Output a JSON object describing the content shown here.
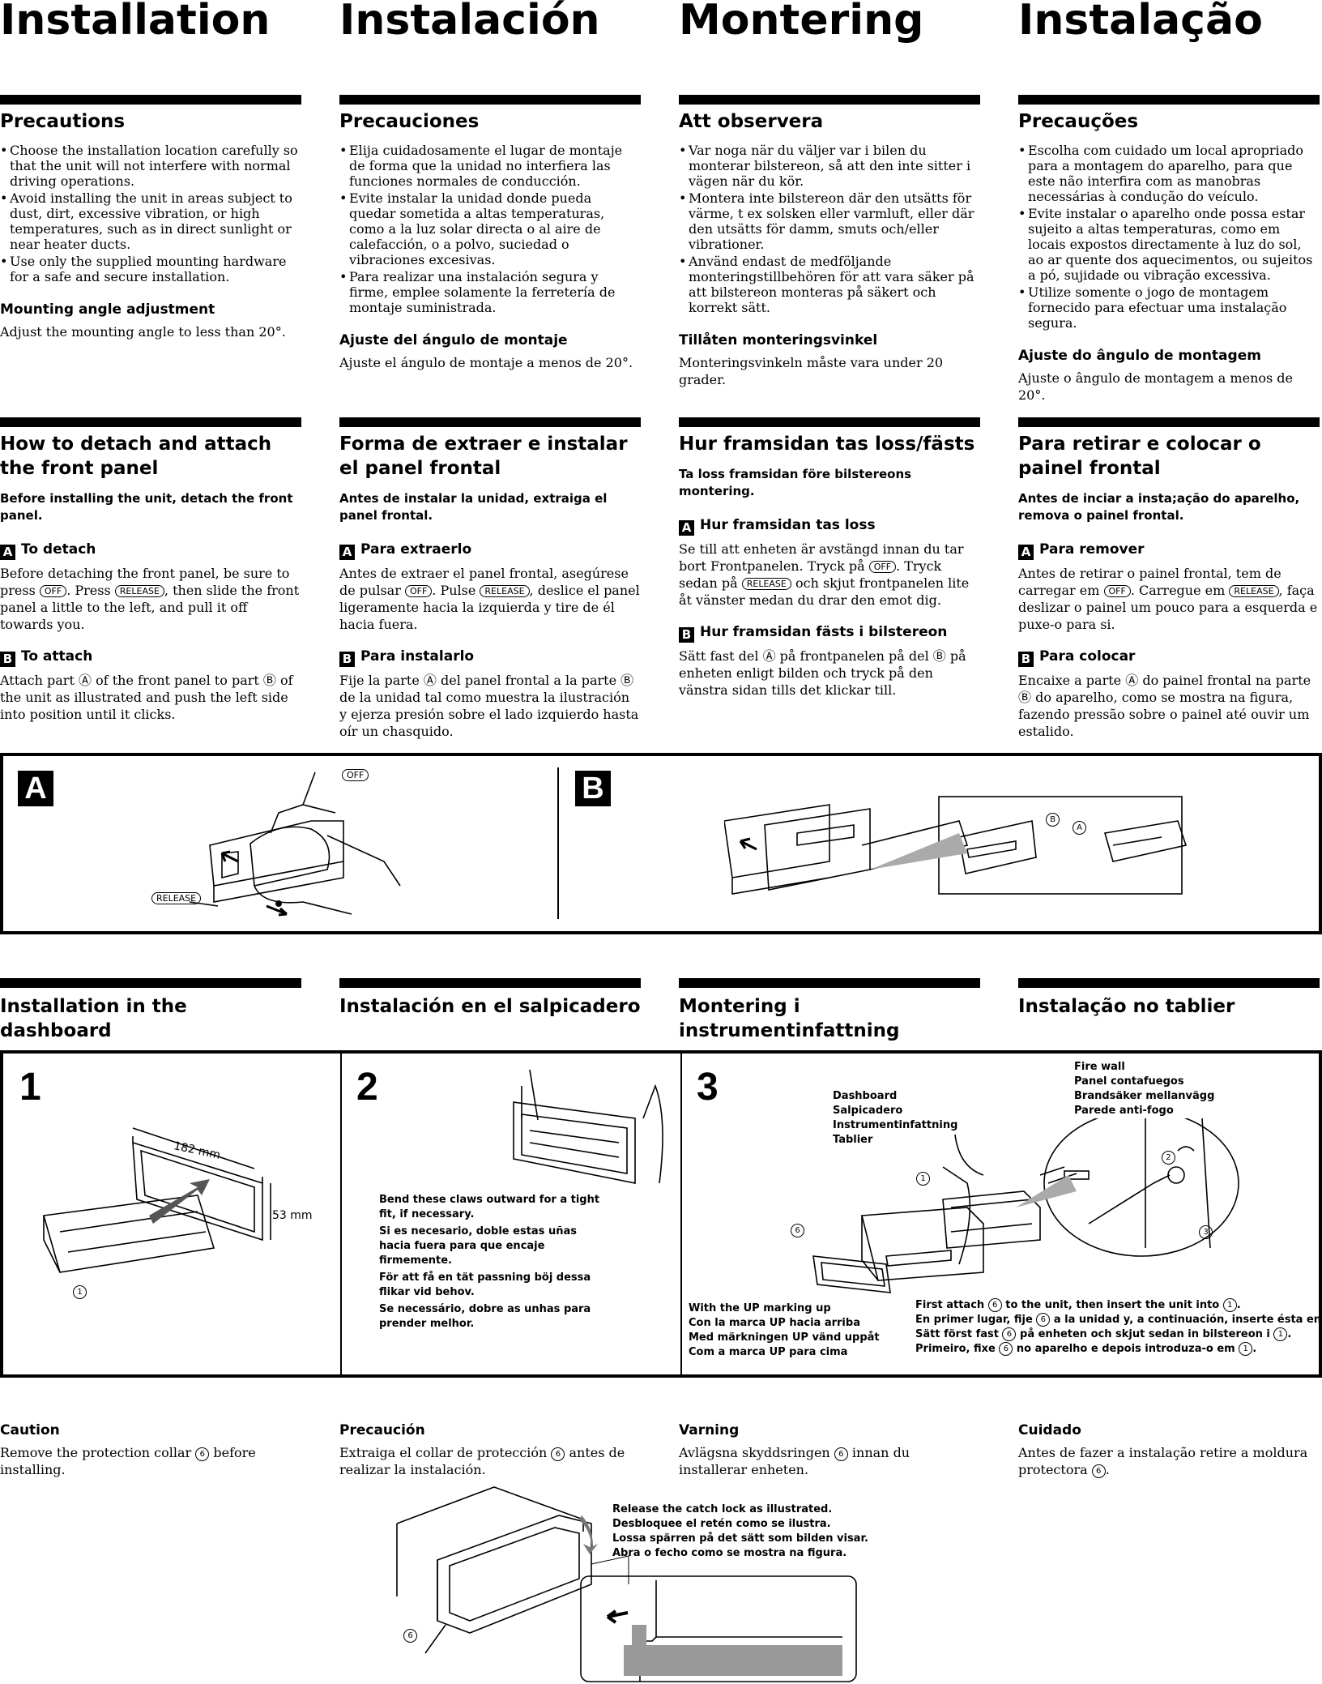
{
  "titles": [
    "Installation",
    "Instalación",
    "Montering",
    "Instalação"
  ],
  "precautions": [
    {
      "heading": "Precautions",
      "bullets": [
        "Choose the installation location carefully so that the unit will not interfere with normal driving operations.",
        "Avoid installing the unit in areas subject to dust, dirt, excessive vibration, or high temperatures, such as in direct sunlight or near heater ducts.",
        "Use only the supplied mounting hardware for a safe and secure installation."
      ],
      "angle_heading": "Mounting angle adjustment",
      "angle_text": "Adjust the mounting angle to less than 20°."
    },
    {
      "heading": "Precauciones",
      "bullets": [
        "Elija cuidadosamente el lugar de montaje de forma que la unidad no interfiera las funciones normales de conducción.",
        "Evite instalar la unidad donde pueda quedar sometida a altas temperaturas, como a la luz solar directa o al aire de calefacción, o a polvo, suciedad o vibraciones excesivas.",
        "Para realizar una instalación segura y firme, emplee solamente la ferretería de montaje suministrada."
      ],
      "angle_heading": "Ajuste del ángulo de montaje",
      "angle_text": "Ajuste el ángulo de montaje a menos de 20°."
    },
    {
      "heading": "Att observera",
      "bullets": [
        "Var noga när du väljer var i bilen du monterar bilstereon, så att den inte sitter i vägen när du kör.",
        "Montera inte bilstereon där den utsätts för värme, t ex solsken eller varmluft, eller där den utsätts för damm, smuts och/eller vibrationer.",
        "Använd endast de medföljande monteringstillbehören för att vara säker på att bilstereon monteras på säkert och korrekt sätt."
      ],
      "angle_heading": "Tillåten monteringsvinkel",
      "angle_text": "Monteringsvinkeln måste vara under 20 grader."
    },
    {
      "heading": "Precauções",
      "bullets": [
        "Escolha com cuidado um local apropriado para a montagem do aparelho, para que este não interfira com as manobras necessárias à condução do veículo.",
        "Evite instalar o aparelho onde possa estar sujeito a altas temperaturas, como em locais expostos directamente à luz do sol, ao ar quente dos aquecimentos, ou sujeitos a pó, sujidade ou vibração excessiva.",
        "Utilize somente o jogo de montagem fornecido para efectuar uma instalação segura."
      ],
      "angle_heading": "Ajuste do ângulo de montagem",
      "angle_text": "Ajuste o ângulo de montagem a menos de 20°."
    }
  ],
  "detach": [
    {
      "heading": "How to detach and attach the front panel",
      "intro": "Before installing the unit, detach the front panel.",
      "a_title": "To detach",
      "a_t1": "Before detaching the front panel, be sure to press",
      "a_t2": ". Press",
      "a_t3": ", then slide the front panel a little to the left, and pull it off towards you.",
      "b_title": "To attach",
      "b_t1": "Attach part",
      "b_t2": "of the front panel to part",
      "b_t3": "of the unit as illustrated and push the left side into position until it clicks."
    },
    {
      "heading": "Forma de extraer e instalar el panel frontal",
      "intro": "Antes de instalar la unidad, extraiga el panel frontal.",
      "a_title": "Para extraerlo",
      "a_t1": "Antes de extraer el panel frontal, asegúrese de pulsar",
      "a_t2": ". Pulse",
      "a_t3": ", deslice el panel ligeramente hacia la izquierda y tire de él hacia fuera.",
      "b_title": "Para instalarlo",
      "b_t1": "Fije la parte",
      "b_t2": "del panel frontal a la parte",
      "b_t3": "de la unidad tal como muestra la ilustración y ejerza presión sobre el lado izquierdo hasta oír un chasquido."
    },
    {
      "heading": "Hur framsidan tas loss/fästs",
      "intro": "Ta loss framsidan före bilstereons montering.",
      "a_title": "Hur framsidan tas loss",
      "a_t1": "Se till att enheten är avstängd innan du tar bort Frontpanelen. Tryck på",
      "a_t2": ". Tryck sedan på",
      "a_t3": "och skjut frontpanelen lite åt vänster medan du drar den emot dig.",
      "b_title": "Hur framsidan fästs i bilstereon",
      "b_t1": "Sätt fast del",
      "b_t2": "på frontpanelen på del",
      "b_t3": "på enheten enligt bilden och tryck på den vänstra sidan tills det klickar till."
    },
    {
      "heading": "Para retirar e colocar o painel frontal",
      "intro": "Antes de inciar a insta;ação do aparelho, remova o painel frontal.",
      "a_title": "Para remover",
      "a_t1": "Antes de retirar o painel frontal, tem de carregar em",
      "a_t2": ". Carregue em",
      "a_t3": ", faça deslizar o painel um pouco para a esquerda e puxe-o para si.",
      "b_title": "Para colocar",
      "b_t1": "Encaixe a parte",
      "b_t2": "do painel frontal na parte",
      "b_t3": "do aparelho, como se mostra na figura, fazendo pressão sobre o painel até ouvir um estalido."
    }
  ],
  "keys": {
    "off": "OFF",
    "release": "RELEASE",
    "a": "A",
    "b": "B",
    "a_circ": "Ⓐ",
    "b_circ": "Ⓑ",
    "one": "1",
    "two": "2",
    "three": "3",
    "six": "6"
  },
  "fig_ab": {
    "label_a": "A",
    "label_b": "B",
    "off": "OFF",
    "release": "RELEASE",
    "part_a": "A",
    "part_b": "B"
  },
  "dash_headings": [
    "Installation in the dashboard",
    "Instalación en el salpicadero",
    "Montering i instrumentinfattning",
    "Instalação no tablier"
  ],
  "steps": {
    "s1": "1",
    "s2": "2",
    "s3": "3",
    "dim_w": "182 mm",
    "dim_h": "53 mm",
    "claws": [
      "Bend these claws outward for a tight fit, if necessary.",
      "Si es necesario, doble estas uñas hacia fuera para que encaje firmemente.",
      "För att få en tät passning böj dessa flikar vid behov.",
      "Se necessário, dobre as unhas para prender melhor."
    ],
    "dashboard": [
      "Dashboard",
      "Salpicadero",
      "Instrumentinfattning",
      "Tablier"
    ],
    "firewall": [
      "Fire wall",
      "Panel contafuegos",
      "Brandsäker mellanvägg",
      "Parede anti-fogo"
    ],
    "upmark": [
      "With the UP marking up",
      "Con la marca UP hacia arriba",
      "Med märkningen UP vänd uppåt",
      "Com a marca UP para cima"
    ],
    "first": [
      "First attach",
      "to the unit, then insert the unit into",
      "En primer lugar, fije",
      "a la unidad y, a continuación, inserte ésta en",
      "Sätt först fast",
      "på enheten och skjut sedan in bilstereon i",
      "Primeiro, fixe",
      "no aparelho e depois introduza-o em"
    ]
  },
  "caution": [
    {
      "heading": "Caution",
      "t1": "Remove the protection collar",
      "t2": "before installing."
    },
    {
      "heading": "Precaución",
      "t1": "Extraiga el collar de protección",
      "t2": "antes de realizar la instalación."
    },
    {
      "heading": "Varning",
      "t1": "Avlägsna skyddsringen",
      "t2": "innan du installerar enheten."
    },
    {
      "heading": "Cuidado",
      "t1": "Antes de fazer a instalação retire a moldura protectora",
      "t2": "."
    }
  ],
  "release_catch": [
    "Release the catch lock as illustrated.",
    "Desbloquee el retén como se ilustra.",
    "Lossa spärren på det sätt som bilden visar.",
    "Abra o fecho como se mostra na figura."
  ]
}
